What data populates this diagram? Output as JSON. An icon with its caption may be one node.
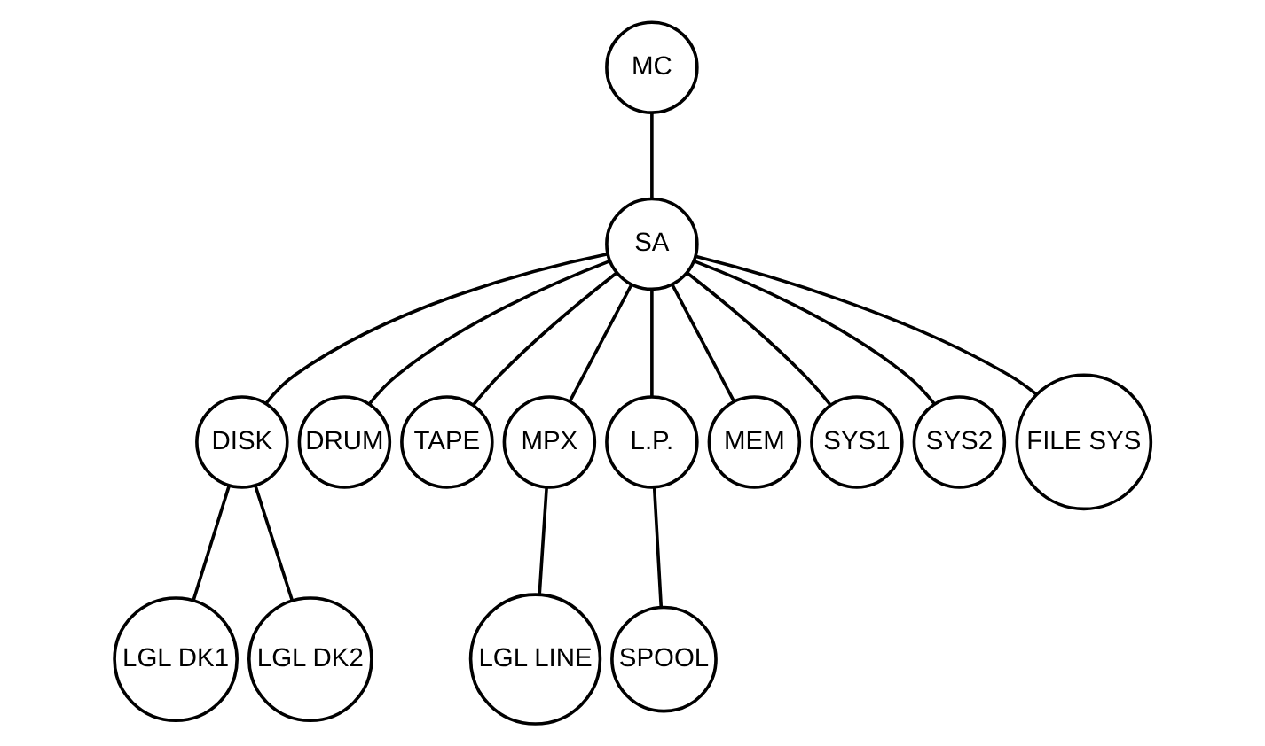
{
  "diagram": {
    "nodes": [
      {
        "text": [
          "MC"
        ]
      },
      {
        "text": [
          "SA"
        ]
      },
      {
        "text": [
          "DISK"
        ]
      },
      {
        "text": [
          "DRUM"
        ]
      },
      {
        "text": [
          "TAPE"
        ]
      },
      {
        "text": [
          "MPX"
        ]
      },
      {
        "text": [
          "L.P."
        ]
      },
      {
        "text": [
          "MEM"
        ]
      },
      {
        "text": [
          "SYS1"
        ]
      },
      {
        "text": [
          "SYS2"
        ]
      },
      {
        "text": [
          "FILE SYS"
        ]
      },
      {
        "text": [
          "LGL DK1"
        ]
      },
      {
        "text": [
          "LGL DK2"
        ]
      },
      {
        "text": [
          "LGL LINE"
        ]
      },
      {
        "text": [
          "SPOOL"
        ]
      }
    ],
    "edges": [
      {
        "from": 0,
        "to": 1,
        "arrow": "none"
      },
      {
        "from": 1,
        "to": 2,
        "arrow": "none"
      },
      {
        "from": 1,
        "to": 3,
        "arrow": "none"
      },
      {
        "from": 1,
        "to": 4,
        "arrow": "none"
      },
      {
        "from": 1,
        "to": 5,
        "arrow": "none"
      },
      {
        "from": 1,
        "to": 6,
        "arrow": "none"
      },
      {
        "from": 1,
        "to": 7,
        "arrow": "none"
      },
      {
        "from": 1,
        "to": 8,
        "arrow": "none"
      },
      {
        "from": 1,
        "to": 9,
        "arrow": "none"
      },
      {
        "from": 1,
        "to": 10,
        "arrow": "none"
      },
      {
        "from": 2,
        "to": 11,
        "arrow": "none"
      },
      {
        "from": 2,
        "to": 12,
        "arrow": "none"
      },
      {
        "from": 5,
        "to": 13,
        "arrow": "none"
      },
      {
        "from": 6,
        "to": 14,
        "arrow": "none"
      }
    ]
  }
}
